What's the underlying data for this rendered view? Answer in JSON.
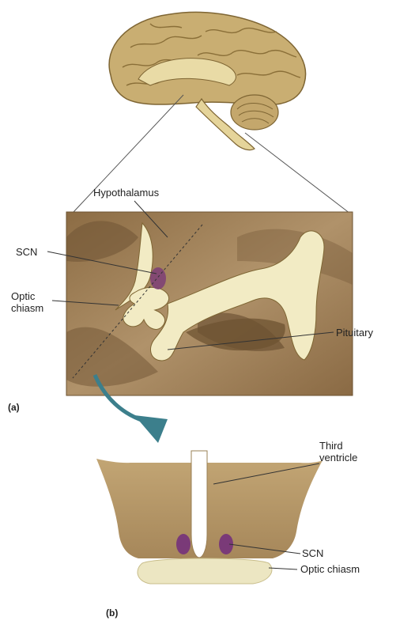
{
  "labels": {
    "hypothalamus": "Hypothalamus",
    "scn_a": "SCN",
    "optic_chiasm_a": "Optic\nchiasm",
    "pituitary": "Pituitary",
    "third_ventricle": "Third\nventricle",
    "scn_b": "SCN",
    "optic_chiasm_b": "Optic chiasm"
  },
  "panels": {
    "a": "(a)",
    "b": "(b)"
  },
  "colors": {
    "brain": "#c9b074",
    "brain_dark": "#8a6f38",
    "section_bg": "#a88a5c",
    "ventricle": "#f2ebc4",
    "scn": "#7a3a78",
    "arrow": "#3c7f8c",
    "tissue": "#b89868",
    "chiasm": "#ece6c2"
  }
}
